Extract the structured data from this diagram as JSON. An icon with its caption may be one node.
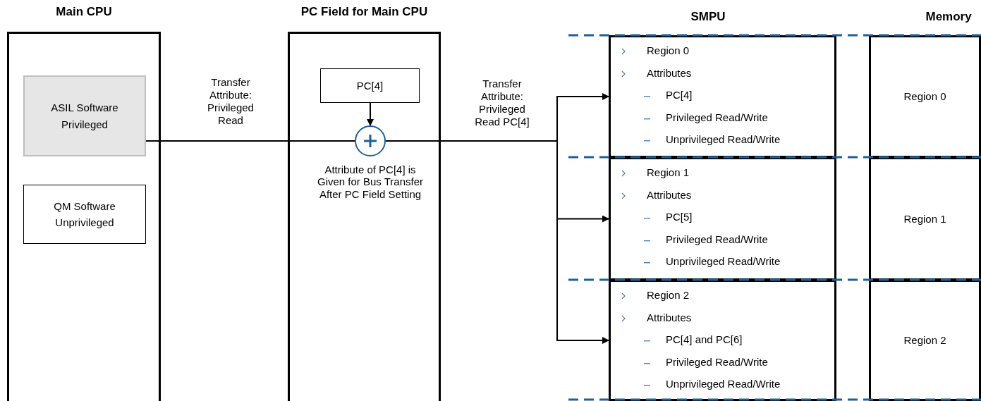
{
  "diagram": {
    "nodes": [
      {
        "text": [
          "Main CPU"
        ]
      },
      {
        "text": [
          "ASIL Software Privileged"
        ],
        "in": 0
      },
      {
        "text": [
          "QM Software Unprivileged"
        ],
        "in": 0
      },
      {
        "text": [
          "PC Field for Main CPU"
        ]
      },
      {
        "text": [
          "PC[4]"
        ],
        "in": 3
      },
      {
        "text": [],
        "shape": "circle",
        "in": 3,
        "beside": [
          "Attribute of PC[4] is Given for Bus Transfer After PC Field Setting"
        ]
      },
      {
        "text": [
          "Region 0",
          "Attributes",
          "PC[4]",
          "Privileged Read/Write",
          "Unprivileged Read/Write"
        ]
      },
      {
        "text": [
          "Region 1",
          "Attributes",
          "PC[5]",
          "Privileged Read/Write",
          "Unprivileged Read/Write"
        ]
      },
      {
        "text": [
          "Region 2",
          "Attributes",
          "PC[4] and PC[6]",
          "Privileged Read/Write",
          "Unprivileged Read/Write"
        ]
      },
      {
        "text": [
          "Region 0"
        ]
      },
      {
        "text": [
          "Region 1"
        ]
      },
      {
        "text": [
          "Region 2"
        ]
      }
    ],
    "edges": [
      {
        "from": 1,
        "to": 5,
        "arrow": "none",
        "label": "Transfer Attribute: Privileged Read"
      },
      {
        "from": 4,
        "to": 5,
        "arrow": "to"
      },
      {
        "from": 5,
        "to": 6,
        "arrow": "to",
        "label": "Transfer Attribute: Privileged Read PC[4]"
      },
      {
        "from": 5,
        "to": 7,
        "arrow": "to"
      },
      {
        "from": 5,
        "to": 8,
        "arrow": "to"
      }
    ],
    "labels": [
      "SMPU",
      "Memory"
    ]
  }
}
